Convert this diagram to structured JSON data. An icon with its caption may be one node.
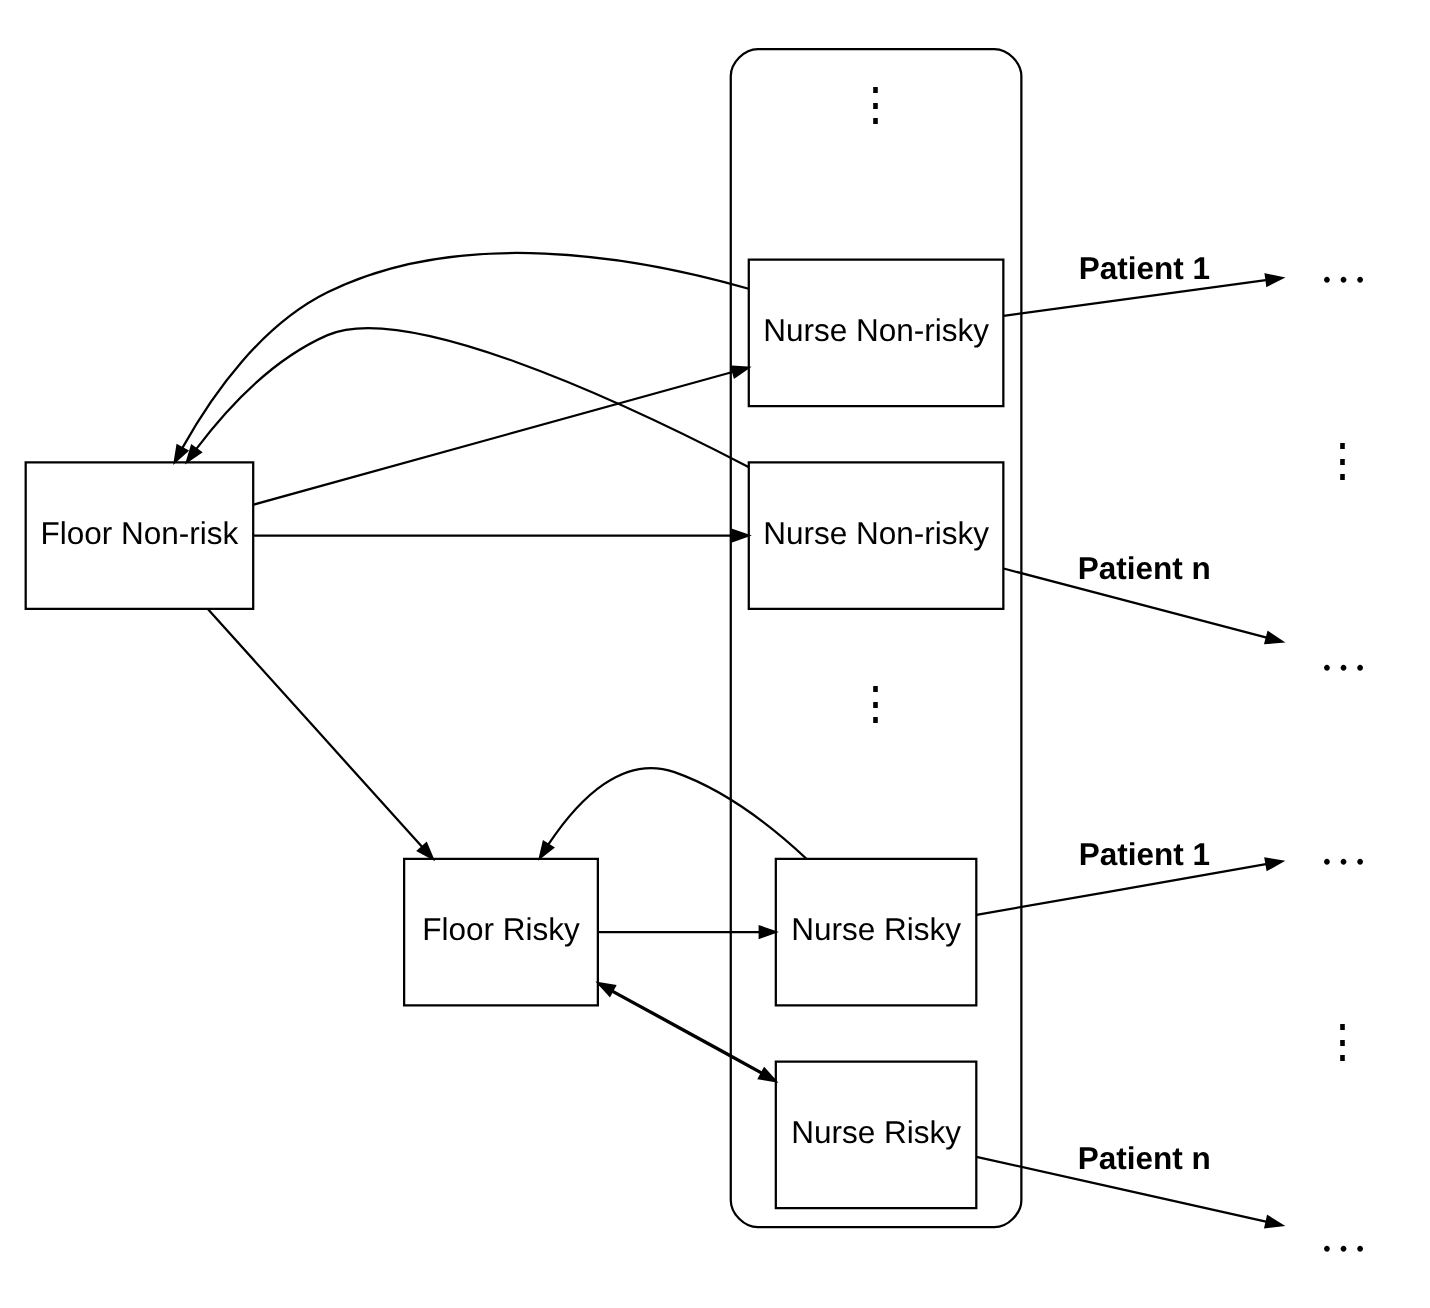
{
  "diagram": {
    "nodes": [
      {
        "text": [],
        "shape": "box"
      },
      {
        "text": [
          "Nurse Non-risky"
        ],
        "in": 0
      },
      {
        "text": [
          "Nurse Non-risky"
        ],
        "in": 0
      },
      {
        "text": [
          "Nurse Risky"
        ],
        "in": 0
      },
      {
        "text": [
          "Nurse Risky"
        ],
        "in": 0
      },
      {
        "text": [
          "Floor Non-risk"
        ]
      },
      {
        "text": [
          "Floor Risky"
        ]
      },
      {
        "text": [
          "…"
        ]
      },
      {
        "text": [
          "…"
        ]
      },
      {
        "text": [
          "…"
        ]
      },
      {
        "text": [
          "…"
        ]
      }
    ],
    "edges": [
      {
        "from": 1,
        "to": 5,
        "arrow": "to"
      },
      {
        "from": 5,
        "to": 1,
        "arrow": "to"
      },
      {
        "from": 5,
        "to": 2,
        "arrow": "to"
      },
      {
        "from": 2,
        "to": 5,
        "arrow": "to"
      },
      {
        "from": 5,
        "to": 6,
        "arrow": "to"
      },
      {
        "from": 6,
        "to": 3,
        "arrow": "to"
      },
      {
        "from": 3,
        "to": 6,
        "arrow": "to"
      },
      {
        "from": 4,
        "to": 6,
        "arrow": "to"
      },
      {
        "from": 6,
        "to": 4,
        "arrow": "to"
      },
      {
        "from": 1,
        "to": 7,
        "label": "Patient 1",
        "arrow": "to"
      },
      {
        "from": 2,
        "to": 8,
        "label": "Patient n",
        "arrow": "to"
      },
      {
        "from": 3,
        "to": 9,
        "label": "Patient 1",
        "arrow": "to"
      },
      {
        "from": 4,
        "to": 10,
        "label": "Patient n",
        "arrow": "to"
      }
    ],
    "labels": [
      "⋮",
      "⋮",
      "⋮",
      "⋮"
    ]
  }
}
